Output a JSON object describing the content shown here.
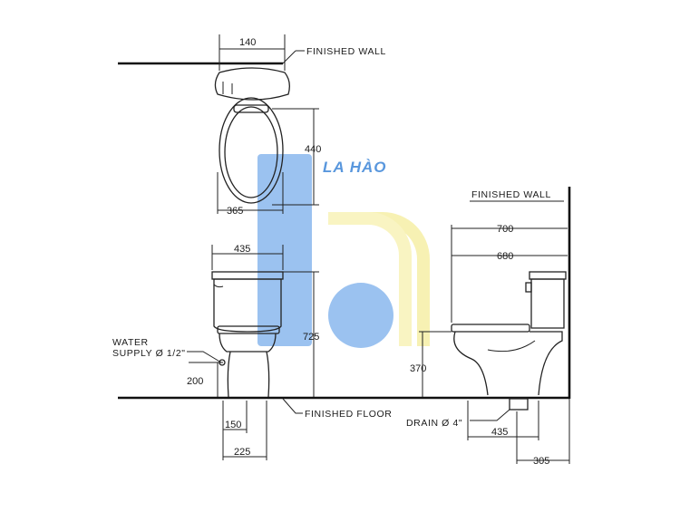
{
  "brand": {
    "text": "LA HÀO",
    "blue": "#6fa8e8",
    "yellow": "#f7f0a0"
  },
  "labels": {
    "finished_wall_top": "FINISHED WALL",
    "finished_wall_side": "FINISHED WALL",
    "finished_floor": "FINISHED FLOOR",
    "water_supply_line1": "WATER",
    "water_supply_line2": "SUPPLY Ø 1/2\"",
    "drain": "DRAIN Ø 4\""
  },
  "dimensions": {
    "tank_depth": "140",
    "bowl_length": "440",
    "bowl_width": "365",
    "tank_width": "435",
    "total_height": "725",
    "supply_height": "200",
    "supply_offset": "150",
    "base_width": "225",
    "overall_depth": "700",
    "seat_depth": "680",
    "seat_height": "370",
    "drain_base": "435",
    "drain_offset": "305"
  }
}
